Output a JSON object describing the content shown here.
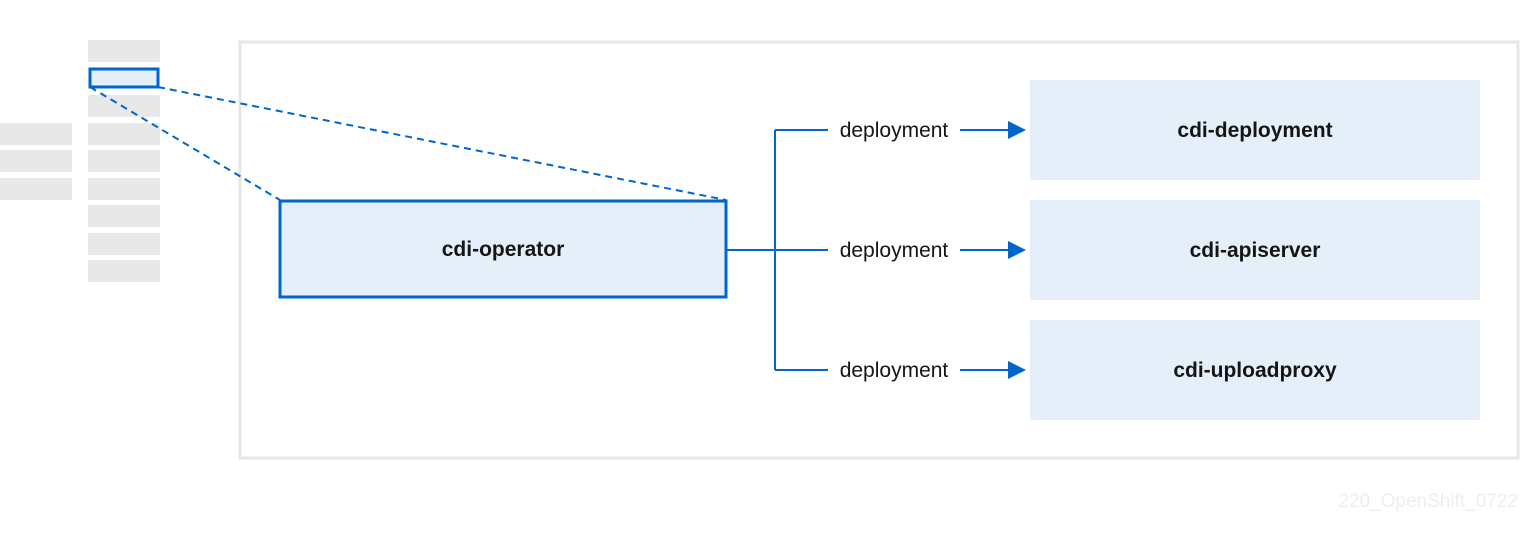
{
  "source": {
    "label": "cdi-operator"
  },
  "edge_label": "deployment",
  "targets": [
    {
      "label": "cdi-deployment",
      "edge": "deployment"
    },
    {
      "label": "cdi-apiserver",
      "edge": "deployment"
    },
    {
      "label": "cdi-uploadproxy",
      "edge": "deployment"
    }
  ],
  "watermark": "220_OpenShift_0722",
  "colors": {
    "accent": "#0066cc",
    "box_fill": "#e5eff9",
    "stack_gray": "#e8e8e8",
    "frame_border": "#e6e6e6",
    "text": "#151515"
  }
}
